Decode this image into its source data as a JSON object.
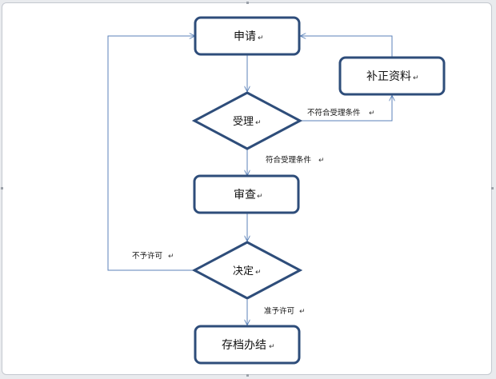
{
  "diagram": {
    "nodes": [
      {
        "id": "apply",
        "shape": "rounded-rect",
        "label": "申请"
      },
      {
        "id": "accept",
        "shape": "diamond",
        "label": "受理"
      },
      {
        "id": "supplement",
        "shape": "rounded-rect",
        "label": "补正资料"
      },
      {
        "id": "review",
        "shape": "rounded-rect",
        "label": "审查"
      },
      {
        "id": "decide",
        "shape": "diamond",
        "label": "决定"
      },
      {
        "id": "archive",
        "shape": "rounded-rect",
        "label": "存档办结"
      }
    ],
    "edges": [
      {
        "from": "apply",
        "to": "accept",
        "label": ""
      },
      {
        "from": "accept",
        "to": "supplement",
        "label": "不符合受理条件"
      },
      {
        "from": "supplement",
        "to": "apply",
        "label": ""
      },
      {
        "from": "accept",
        "to": "review",
        "label": "符合受理条件"
      },
      {
        "from": "review",
        "to": "decide",
        "label": ""
      },
      {
        "from": "decide",
        "to": "apply",
        "label": "不予许可"
      },
      {
        "from": "decide",
        "to": "archive",
        "label": "准予许可"
      }
    ],
    "colors": {
      "node_border": "#2e4d7a",
      "edge": "#5b82b8",
      "text": "#111111"
    }
  }
}
